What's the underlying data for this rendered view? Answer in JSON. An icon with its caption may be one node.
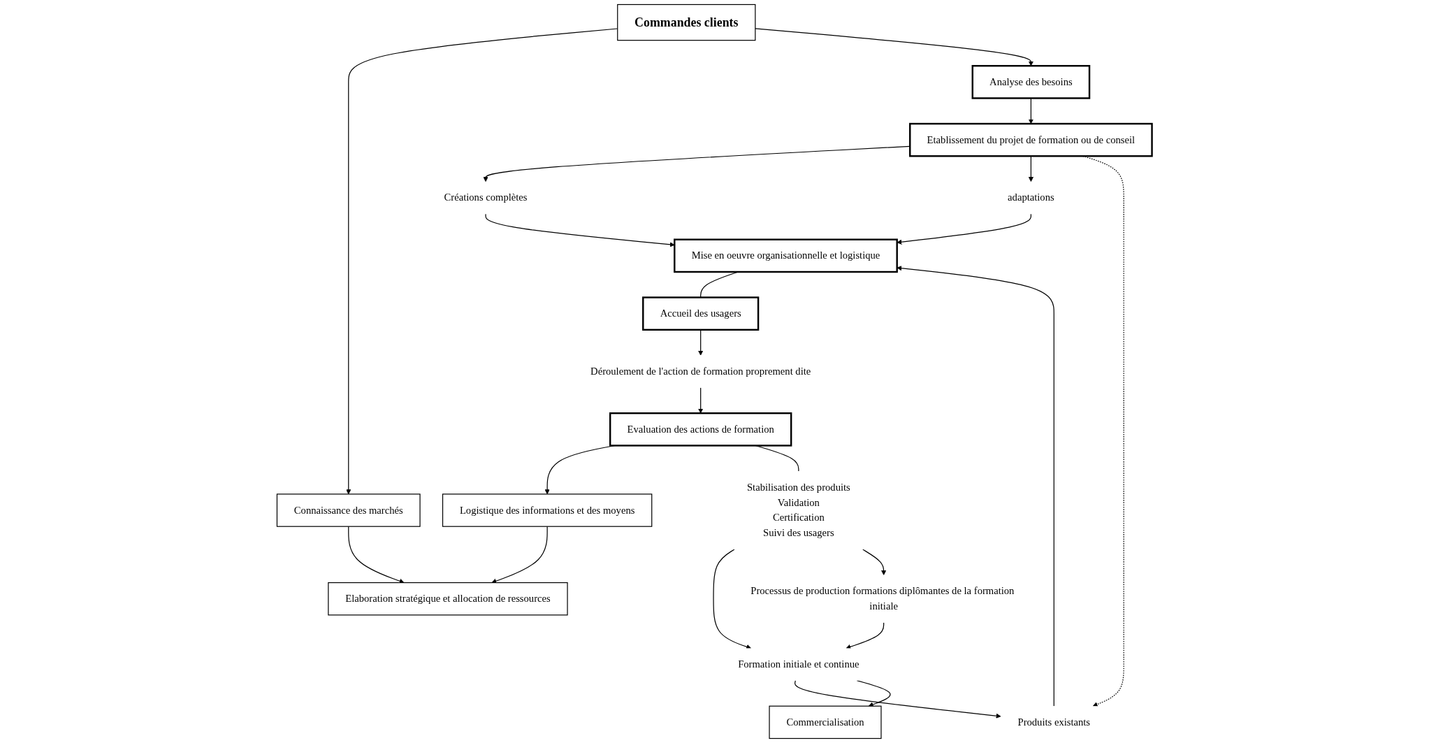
{
  "diagram": {
    "nodes": [
      {
        "text": [
          "Commandes clients"
        ]
      },
      {
        "text": [
          "Connaissance des marchés"
        ]
      },
      {
        "text": [
          "Analyse des besoins"
        ]
      },
      {
        "text": [
          "Etablissement du projet de formation ou de conseil"
        ]
      },
      {
        "text": [
          "Commercialisation"
        ]
      },
      {
        "text": [
          "Elaboration stratégique et allocation de ressources"
        ]
      },
      {
        "text": [
          "Créations complètes"
        ]
      },
      {
        "text": [
          "adaptations"
        ]
      },
      {
        "text": [
          "Produits existants"
        ]
      },
      {
        "text": [
          "Formation initiale et continue"
        ]
      },
      {
        "text": [
          "Processus de production formations diplômantes de la formation initiale"
        ]
      },
      {
        "text": [
          "Mise en oeuvre organisationnelle et logistique"
        ]
      },
      {
        "text": [
          "Accueil des usagers"
        ]
      },
      {
        "text": [
          "Logistique des informations et des moyens"
        ]
      },
      {
        "text": [
          "Déroulement de l'action de formation proprement dite"
        ]
      },
      {
        "text": [
          "Stabilisation des produits",
          "Validation",
          "Certification",
          "Suivi des usagers"
        ]
      },
      {
        "text": [
          "Evaluation des actions de formation"
        ]
      }
    ],
    "edges": [
      {
        "from": 0,
        "to": 1,
        "arrow": "to"
      },
      {
        "from": 0,
        "to": 2,
        "arrow": "to"
      },
      {
        "from": 1,
        "to": 5,
        "arrow": "to"
      },
      {
        "from": 2,
        "to": 3,
        "arrow": "to"
      },
      {
        "from": 3,
        "to": 6,
        "arrow": "to"
      },
      {
        "from": 3,
        "to": 7,
        "arrow": "to"
      },
      {
        "from": 3,
        "to": 8,
        "arrow": "to",
        "style": "dashed"
      },
      {
        "from": 9,
        "to": 8,
        "arrow": "to"
      },
      {
        "from": 10,
        "to": 9,
        "arrow": "to"
      },
      {
        "from": 9,
        "to": 4,
        "arrow": "to"
      },
      {
        "from": 6,
        "to": 11,
        "arrow": "to"
      },
      {
        "from": 7,
        "to": 11,
        "arrow": "to"
      },
      {
        "from": 8,
        "to": 11,
        "arrow": "to"
      },
      {
        "from": 11,
        "to": 12,
        "arrow": "none"
      },
      {
        "from": 12,
        "to": 14,
        "arrow": "to"
      },
      {
        "from": 14,
        "to": 16,
        "arrow": "to"
      },
      {
        "from": 16,
        "to": 13,
        "arrow": "to"
      },
      {
        "from": 13,
        "to": 5,
        "arrow": "to"
      },
      {
        "from": 16,
        "to": 15,
        "arrow": "none"
      },
      {
        "from": 15,
        "to": 9,
        "arrow": "to"
      },
      {
        "from": 15,
        "to": 10,
        "arrow": "to"
      }
    ]
  }
}
